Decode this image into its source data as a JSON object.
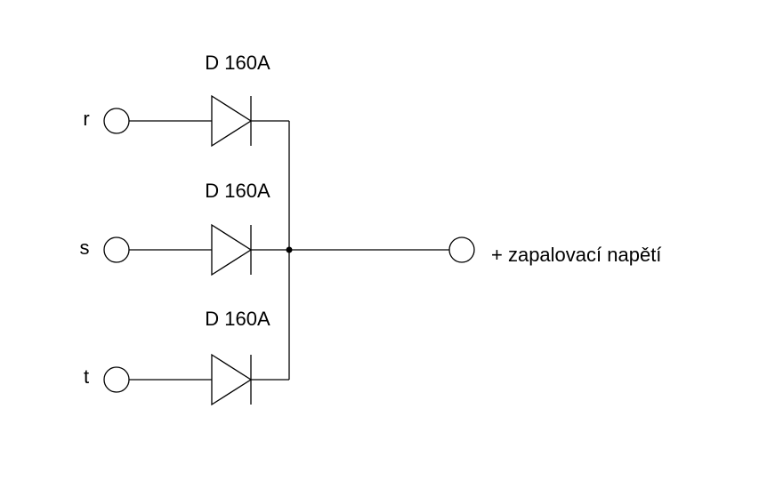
{
  "inputs": [
    {
      "label": "r",
      "diode_label": "D 160A"
    },
    {
      "label": "s",
      "diode_label": "D 160A"
    },
    {
      "label": "t",
      "diode_label": "D 160A"
    }
  ],
  "output": {
    "label": "+ zapalovací napětí"
  },
  "colors": {
    "line": "#000000",
    "background": "#ffffff"
  }
}
